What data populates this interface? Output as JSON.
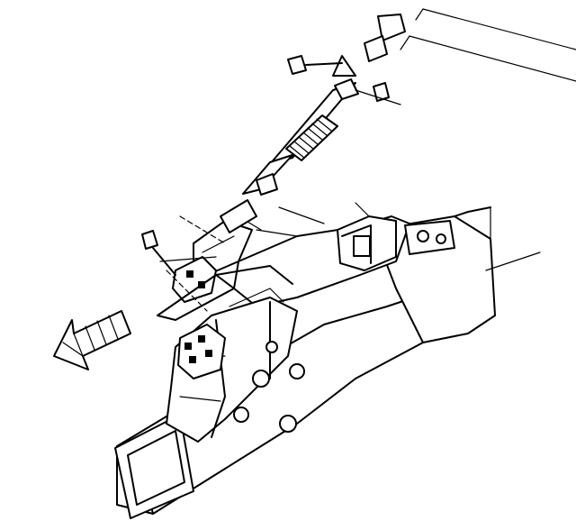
{
  "figure": {
    "labels": []
  },
  "colors": {
    "ink": "#000000",
    "paper": "#ffffff"
  },
  "parts": {
    "steering_shaft": "steering-shaft",
    "bellows_boot": "bellows-boot",
    "upper_joint": "upper-universal-joint",
    "lower_coupling": "intermediate-shaft-coupling",
    "bolt_upper": "pinch-bolt-upper",
    "nut_upper": "nut-upper",
    "bolt_lower": "pinch-bolt-lower",
    "gear_box": "steering-gear",
    "frame_rail": "frame-rail",
    "mount": "frame-mount-bracket",
    "direction_arrow": "front-direction-arrow"
  }
}
